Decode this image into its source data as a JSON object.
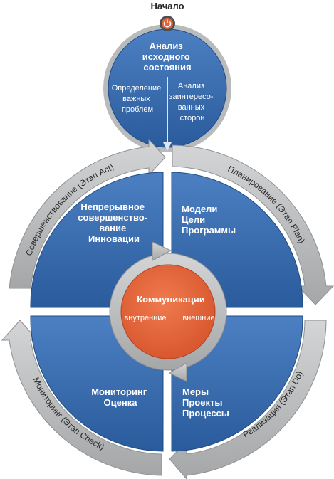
{
  "start_label": "Начало",
  "analysis": {
    "title": [
      "Анализ",
      "исходного",
      "состояния"
    ],
    "left_sub": [
      "Определение",
      "важных",
      "проблем"
    ],
    "right_sub": [
      "Анализ",
      "заинтересо-",
      "ванных",
      "сторон"
    ]
  },
  "quadrants": {
    "act": [
      "Непрерывное",
      "совершенство-",
      "вание",
      "Инновации"
    ],
    "plan": [
      "Модели",
      "Цели",
      "Программы"
    ],
    "check": [
      "Мониторинг",
      "Оценка"
    ],
    "do": [
      "Меры",
      "Проекты",
      "Процессы"
    ]
  },
  "center": {
    "title": "Коммуникации",
    "left": "внутренние",
    "right": "внешние"
  },
  "ring_labels": {
    "act": "Совершенствование (Этап Act)",
    "plan": "Планирование (Этап Plan)",
    "do": "Реализация (Этап Do)",
    "check": "Мониторинг (Этап Check)"
  },
  "colors": {
    "quadrant_blue": "#2f63a6",
    "center_orange": "#e2643a",
    "ring_gray": "#b4b6b8",
    "text_white": "#ffffff",
    "text_dark": "#2a2a2a",
    "power_button": "#e2643a"
  }
}
